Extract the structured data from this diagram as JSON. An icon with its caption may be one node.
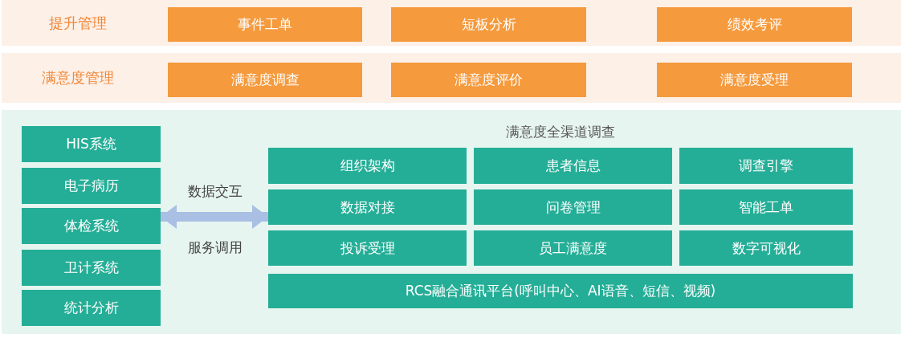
{
  "diagram": {
    "nodes": [
      {
        "text": [
          "提升管理"
        ]
      },
      {
        "text": [
          "事件工单"
        ],
        "in": 0
      },
      {
        "text": [
          "短板分析"
        ],
        "in": 0
      },
      {
        "text": [
          "绩效考评"
        ],
        "in": 0
      },
      {
        "text": [
          "满意度管理"
        ]
      },
      {
        "text": [
          "满意度调查"
        ],
        "in": 4
      },
      {
        "text": [
          "满意度评价"
        ],
        "in": 4
      },
      {
        "text": [
          "满意度受理"
        ],
        "in": 4
      },
      {
        "text": [
          "满意度全渠道调查"
        ]
      },
      {
        "text": [
          "HIS系统"
        ],
        "in": 8
      },
      {
        "text": [
          "电子病历"
        ],
        "in": 8
      },
      {
        "text": [
          "体检系统"
        ],
        "in": 8
      },
      {
        "text": [
          "卫计系统"
        ],
        "in": 8
      },
      {
        "text": [
          "统计分析"
        ],
        "in": 8
      },
      {
        "text": [
          "组织架构"
        ],
        "in": 8
      },
      {
        "text": [
          "患者信息"
        ],
        "in": 8
      },
      {
        "text": [
          "调查引擎"
        ],
        "in": 8
      },
      {
        "text": [
          "数据对接"
        ],
        "in": 8
      },
      {
        "text": [
          "问卷管理"
        ],
        "in": 8
      },
      {
        "text": [
          "智能工单"
        ],
        "in": 8
      },
      {
        "text": [
          "投诉受理"
        ],
        "in": 8
      },
      {
        "text": [
          "员工满意度"
        ],
        "in": 8
      },
      {
        "text": [
          "数字可视化"
        ],
        "in": 8
      },
      {
        "text": [
          "RCS融合通讯平台(呼叫中心、AI语音、短信、视频)"
        ],
        "in": 8
      }
    ],
    "edges": [
      {
        "from": 11,
        "to": 17,
        "arrow": "both"
      }
    ],
    "labels": [
      "数据交互",
      "服务调用"
    ]
  }
}
